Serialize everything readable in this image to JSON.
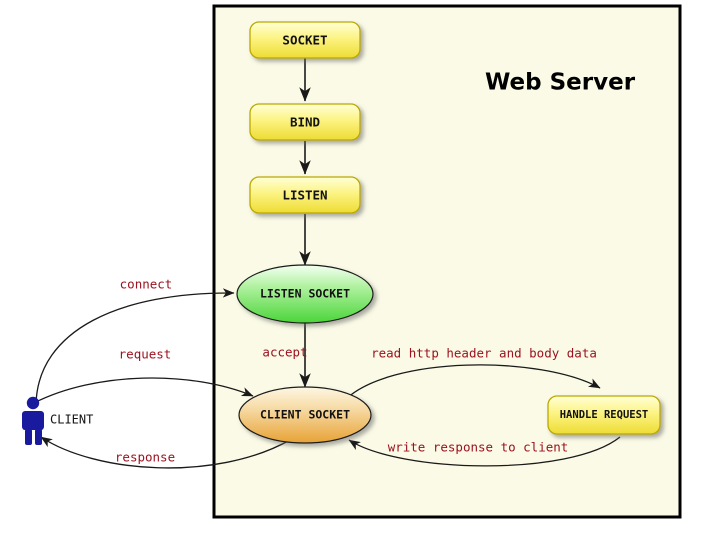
{
  "diagram": {
    "title": "Web Server",
    "background_color": "#FFFFFF",
    "panel": {
      "label": "Web Server",
      "fill": "#FAFAE6",
      "border_color": "#000000"
    },
    "colors": {
      "box_fill_top": "#FFFFC8",
      "box_fill_bottom": "#EFE13A",
      "listen_socket_top": "#F2FFF0",
      "listen_socket_bottom": "#4FD63C",
      "client_socket_top": "#FDF6E0",
      "client_socket_bottom": "#E8A33A",
      "edge_label": "#9C1220",
      "client_figure": "#1A1A9E",
      "arrow": "#1A1A1A"
    },
    "nodes": [
      {
        "id": "socket",
        "label": "SOCKET",
        "shape": "rounded-rect",
        "fill": "yellow"
      },
      {
        "id": "bind",
        "label": "BIND",
        "shape": "rounded-rect",
        "fill": "yellow"
      },
      {
        "id": "listen",
        "label": "LISTEN",
        "shape": "rounded-rect",
        "fill": "yellow"
      },
      {
        "id": "listen-socket",
        "label": "LISTEN SOCKET",
        "shape": "ellipse",
        "fill": "green"
      },
      {
        "id": "client-socket",
        "label": "CLIENT SOCKET",
        "shape": "ellipse",
        "fill": "orange"
      },
      {
        "id": "handle-request",
        "label": "HANDLE REQUEST",
        "shape": "rounded-rect",
        "fill": "yellow"
      },
      {
        "id": "client",
        "label": "CLIENT",
        "shape": "actor",
        "fill": "blue"
      }
    ],
    "edges": [
      {
        "id": "socket-bind",
        "label": "",
        "from": "socket",
        "to": "bind"
      },
      {
        "id": "bind-listen",
        "label": "",
        "from": "bind",
        "to": "listen"
      },
      {
        "id": "listen-listensocket",
        "label": "",
        "from": "listen",
        "to": "listen-socket"
      },
      {
        "id": "connect",
        "label": "connect",
        "from": "client",
        "to": "listen-socket"
      },
      {
        "id": "accept",
        "label": "accept",
        "from": "listen-socket",
        "to": "client-socket"
      },
      {
        "id": "request",
        "label": "request",
        "from": "client",
        "to": "client-socket"
      },
      {
        "id": "response",
        "label": "response",
        "from": "client-socket",
        "to": "client"
      },
      {
        "id": "read-http",
        "label": "read http header and body data",
        "from": "client-socket",
        "to": "handle-request"
      },
      {
        "id": "write-response",
        "label": "write response to client",
        "from": "handle-request",
        "to": "client-socket"
      }
    ]
  }
}
